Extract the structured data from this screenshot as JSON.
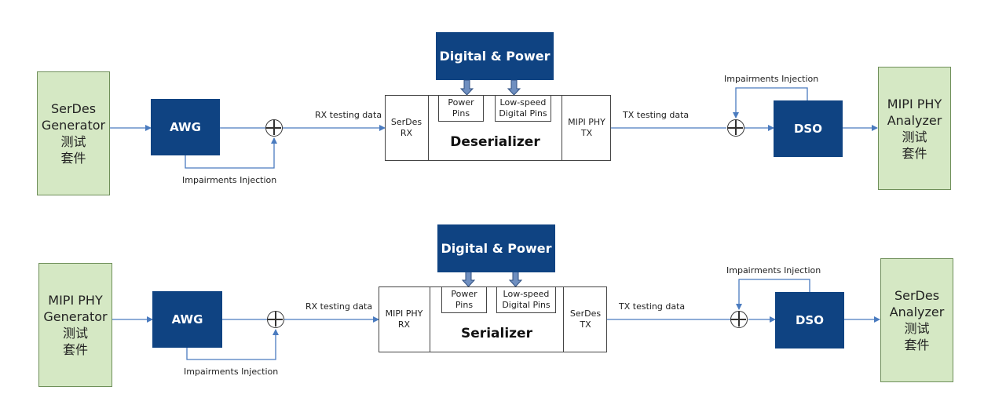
{
  "top": {
    "left_box": [
      "SerDes",
      "Generator",
      "测试",
      "套件"
    ],
    "awg": "AWG",
    "impairments_bottom": "Impairments Injection",
    "rx_label": "RX testing data",
    "digital_power": "Digital & Power",
    "rx_block": "SerDes\nRX",
    "power_pins": "Power\nPins",
    "lowspeed_pins": "Low-speed\nDigital Pins",
    "main": "Deserializer",
    "tx_block": "MIPI PHY\nTX",
    "tx_label": "TX testing data",
    "impairments_top": "Impairments Injection",
    "dso": "DSO",
    "right_box": [
      "MIPI PHY",
      "Analyzer",
      "测试",
      "套件"
    ]
  },
  "bottom": {
    "left_box": [
      "MIPI PHY",
      "Generator",
      "测试",
      "套件"
    ],
    "awg": "AWG",
    "impairments_bottom": "Impairments Injection",
    "rx_label": "RX testing data",
    "digital_power": "Digital & Power",
    "rx_block": "MIPI PHY\nRX",
    "power_pins": "Power\nPins",
    "lowspeed_pins": "Low-speed\nDigital Pins",
    "main": "Serializer",
    "tx_block": "SerDes\nTX",
    "tx_label": "TX testing data",
    "impairments_top": "Impairments Injection",
    "dso": "DSO",
    "right_box": [
      "SerDes",
      "Analyzer",
      "测试",
      "套件"
    ]
  }
}
